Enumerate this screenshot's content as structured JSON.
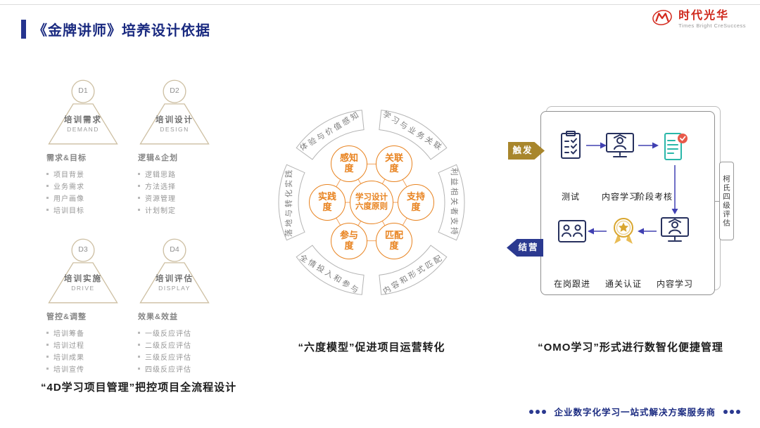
{
  "header": {
    "title": "《金牌讲师》培养设计依据",
    "logo_name": "时代光华",
    "logo_tagline": "Times Bright CreSuccess"
  },
  "colors": {
    "title_navy": "#1a2a80",
    "orange": "#e8821e",
    "trigger_gold": "#a8862c",
    "finish_blue": "#2b3990",
    "logo_red": "#cf281c"
  },
  "four_d": {
    "caption": "“4D学习项目管理”把控项目全流程设计",
    "modules": [
      {
        "id": "D1",
        "title": "培训需求",
        "subtitle": "DEMAND",
        "group": "需求&目标",
        "items": [
          "项目背景",
          "业务需求",
          "用户画像",
          "培训目标"
        ]
      },
      {
        "id": "D2",
        "title": "培训设计",
        "subtitle": "DESIGN",
        "group": "逻辑&企划",
        "items": [
          "逻辑思路",
          "方法选择",
          "资源管理",
          "计划制定"
        ]
      },
      {
        "id": "D3",
        "title": "培训实施",
        "subtitle": "DRIVE",
        "group": "管控&调整",
        "items": [
          "培训筹备",
          "培训过程",
          "培训成果",
          "培训宣传"
        ]
      },
      {
        "id": "D4",
        "title": "培训评估",
        "subtitle": "DISPLAY",
        "group": "效果&效益",
        "items": [
          "一级反应评估",
          "二级反应评估",
          "三级反应评估",
          "四级反应评估"
        ]
      }
    ]
  },
  "six_degree": {
    "caption": "“六度模型”促进项目运营转化",
    "center": "学习设计六度原则",
    "ring_labels": [
      "体验与价值感知",
      "学习与业务关联",
      "利益相关者支持",
      "内容和形式匹配",
      "全情投入和参与",
      "落地与转化实践"
    ],
    "nodes": [
      "感知度",
      "关联度",
      "支持度",
      "匹配度",
      "参与度",
      "实践度"
    ]
  },
  "omo": {
    "caption": "“OMO学习”形式进行数智化便捷管理",
    "trigger": "触发",
    "finish": "结营",
    "side_tab": "柯氏四级评估",
    "steps_top": [
      "测试",
      "内容学习",
      "阶段考核"
    ],
    "steps_bottom": [
      "在岗跟进",
      "通关认证",
      "内容学习"
    ]
  },
  "footer": {
    "text": "企业数字化学习一站式解决方案服务商"
  }
}
